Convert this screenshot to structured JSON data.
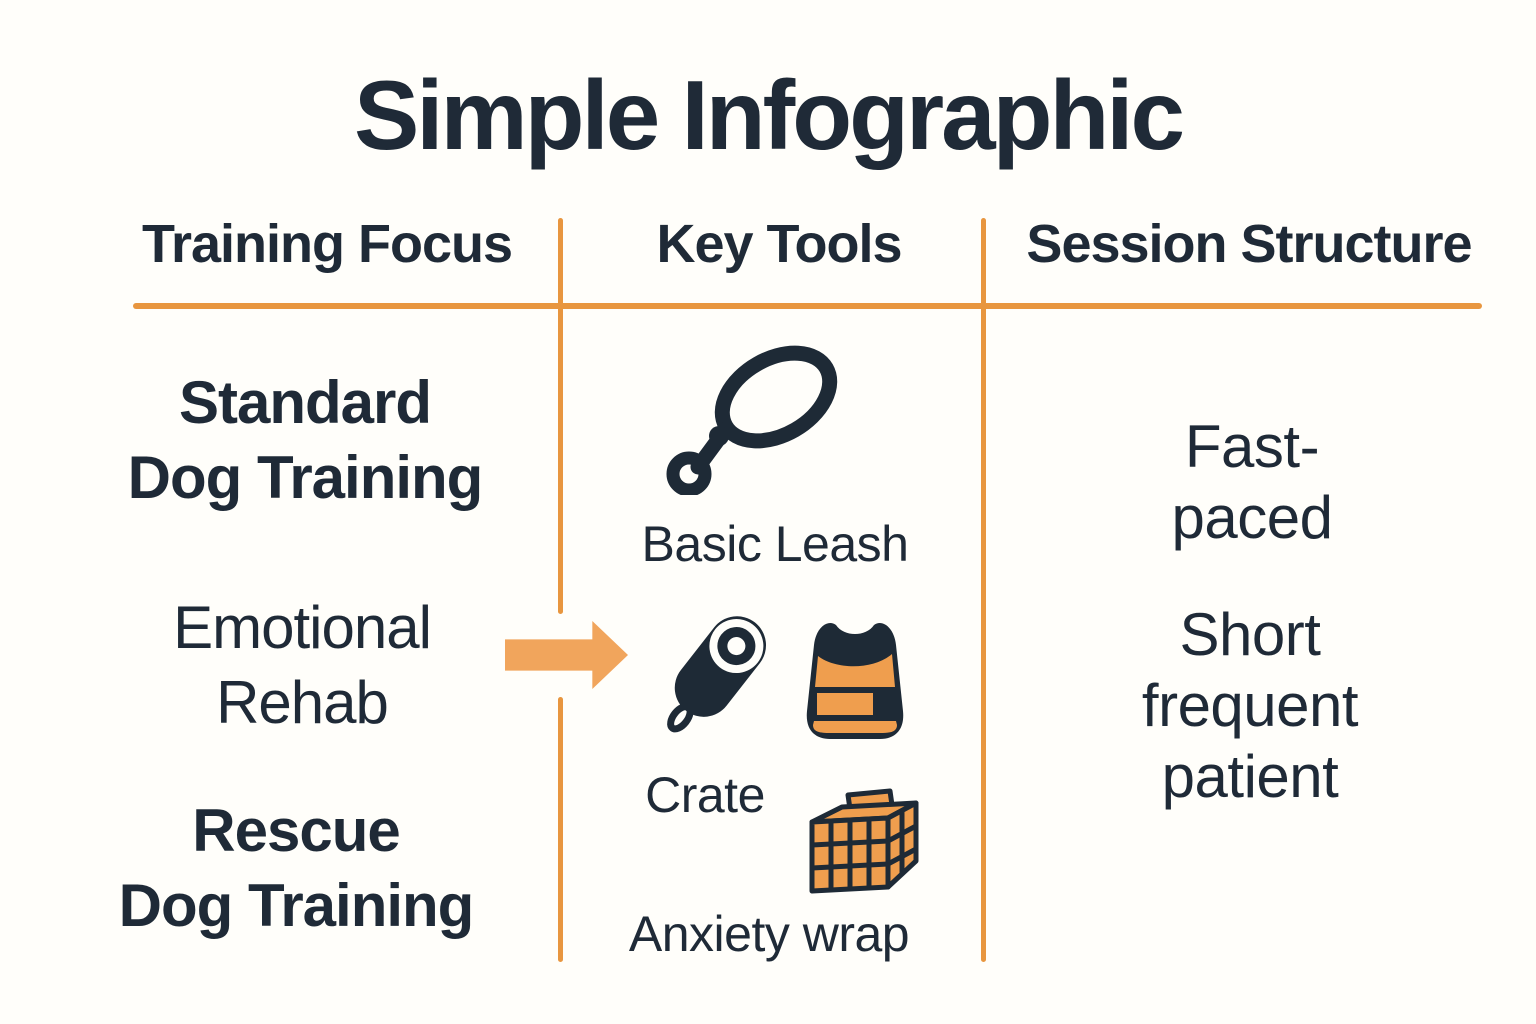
{
  "title": "Simple Infographic",
  "columns": {
    "focus": {
      "header": "Training Focus"
    },
    "tools": {
      "header": "Key Tools"
    },
    "session": {
      "header": "Session Structure"
    }
  },
  "focus_items": [
    {
      "label": "Standard\nDog Training",
      "emphasis": "bold"
    },
    {
      "label": "Emotional\nRehab",
      "emphasis": "regular"
    },
    {
      "label": "Rescue\nDog Training",
      "emphasis": "bold"
    }
  ],
  "tool_items": [
    {
      "icons": [
        "leash-icon"
      ],
      "label": "Basic Leash"
    },
    {
      "icons": [
        "clicker-icon",
        "vest-icon"
      ],
      "label": "Crate"
    },
    {
      "icons": [
        "crate-icon"
      ],
      "label": "Anxiety wrap"
    }
  ],
  "session_items": [
    {
      "label": "Fast-paced"
    },
    {
      "label": "Short\nfrequent\npatient"
    }
  ],
  "arrow": {
    "from": "Emotional Rehab",
    "direction": "right"
  },
  "colors": {
    "text": "#1f2a37",
    "line_orange": "#e8963f",
    "arrow_orange": "#f1a55c",
    "icon_orange": "#ef9e4e",
    "icon_dark": "#1e2a36",
    "background": "#fffefa"
  }
}
